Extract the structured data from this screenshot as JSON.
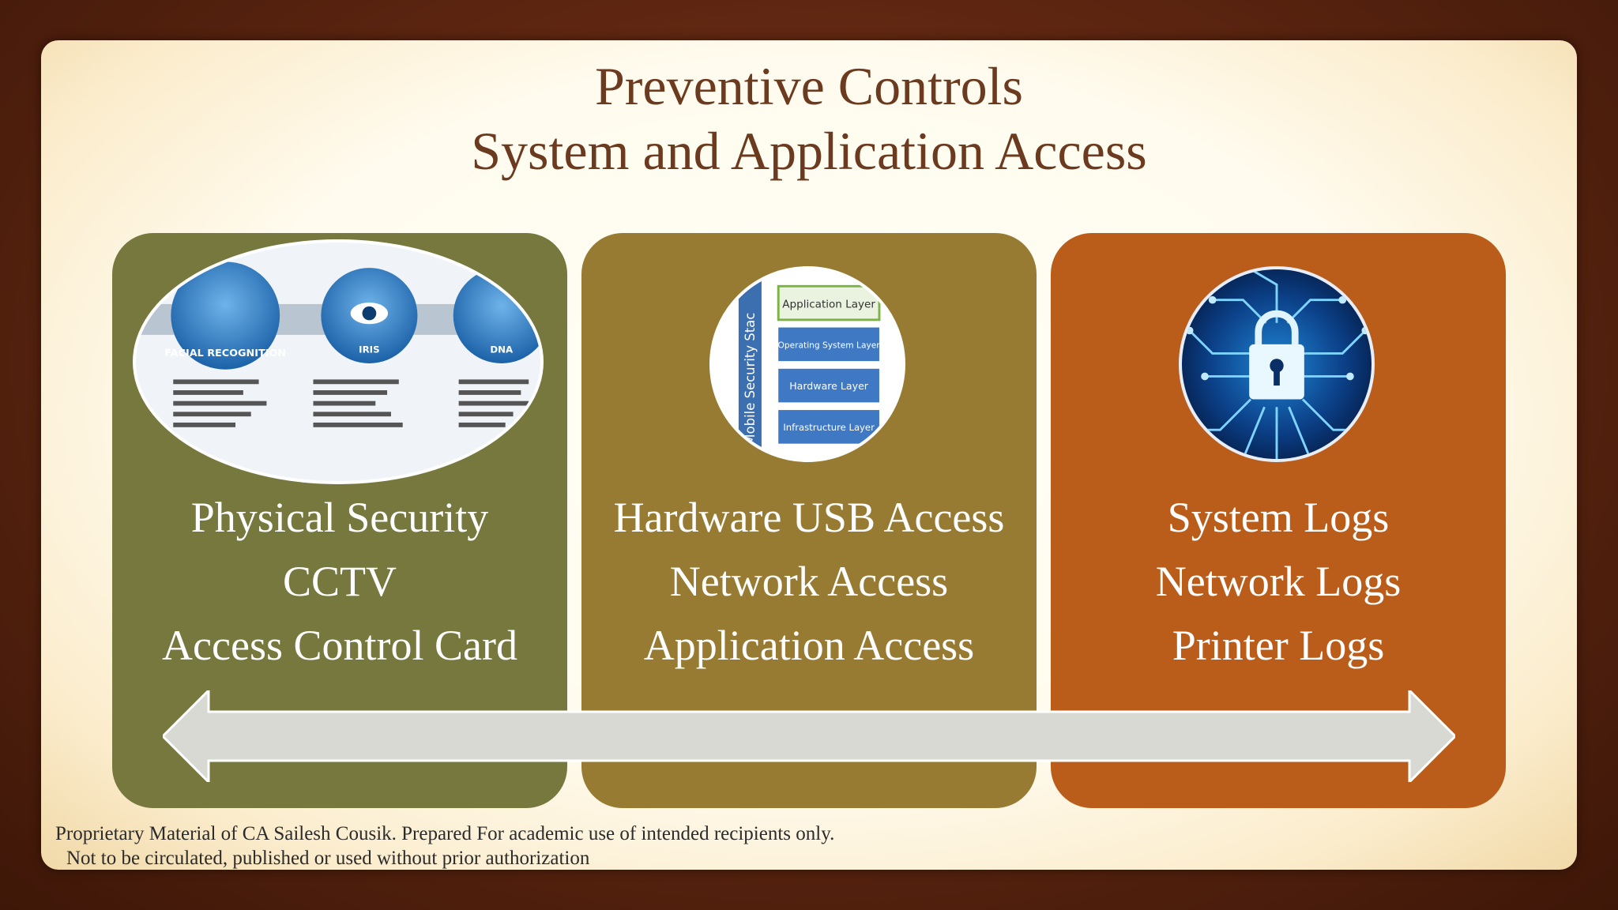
{
  "title": {
    "line1": "Preventive Controls",
    "line2": "System and Application Access"
  },
  "panels": [
    {
      "color": "#76783e",
      "image": "biometrics-image",
      "image_text": {
        "headers": [
          "FACIAL RECOGNITION",
          "IRIS",
          "DNA"
        ]
      },
      "lines": [
        "Physical Security",
        "CCTV",
        "Access Control Card"
      ]
    },
    {
      "color": "#987b33",
      "image": "security-stack-image",
      "image_text": {
        "side": "Mobile Security Stac",
        "layers": [
          "Application Layer",
          "Operating System Layer",
          "Hardware Layer",
          "Infrastructure Layer"
        ]
      },
      "lines": [
        "Hardware USB Access",
        "Network Access",
        "Application Access"
      ]
    },
    {
      "color": "#bb5d1a",
      "image": "circuit-padlock-image",
      "lines": [
        "System Logs",
        "Network Logs",
        "Printer Logs"
      ]
    }
  ],
  "footer": {
    "line1": "Proprietary Material of CA Sailesh Cousik. Prepared For academic use of intended recipients only.",
    "line2": "Not to be circulated, published or used without prior authorization"
  }
}
